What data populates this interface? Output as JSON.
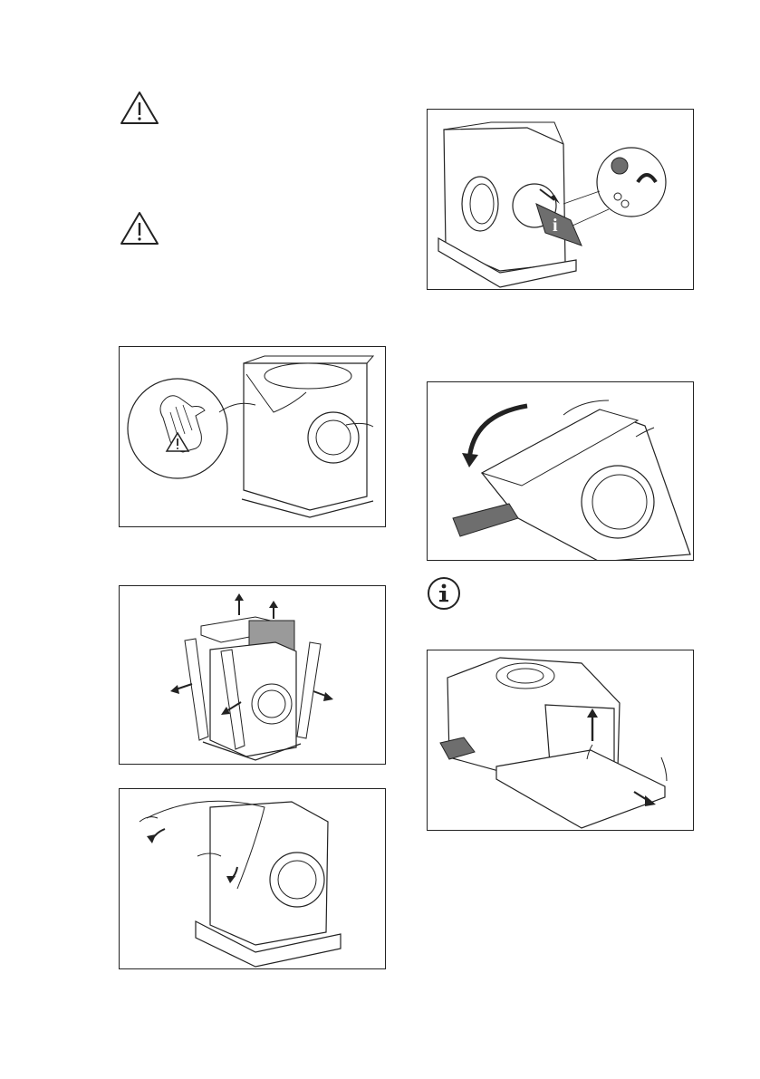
{
  "page": {
    "warnings": [
      {
        "icon": "warning-triangle-icon"
      },
      {
        "icon": "warning-triangle-icon"
      }
    ],
    "info": {
      "icon": "info-icon"
    }
  },
  "figures": [
    {
      "id": "remove-packaging-film",
      "icon": "gloves-warning-icon"
    },
    {
      "id": "remove-top-and-side-packaging"
    },
    {
      "id": "remove-plastic-cover"
    },
    {
      "id": "open-door-remove-accessories",
      "info_mark": "i"
    },
    {
      "id": "tilt-machine-backwards"
    },
    {
      "id": "lift-machine-remove-base"
    }
  ],
  "colors": {
    "line": "#222222",
    "grey": "#9a9a9a",
    "dark_grey": "#6e6e6e"
  }
}
